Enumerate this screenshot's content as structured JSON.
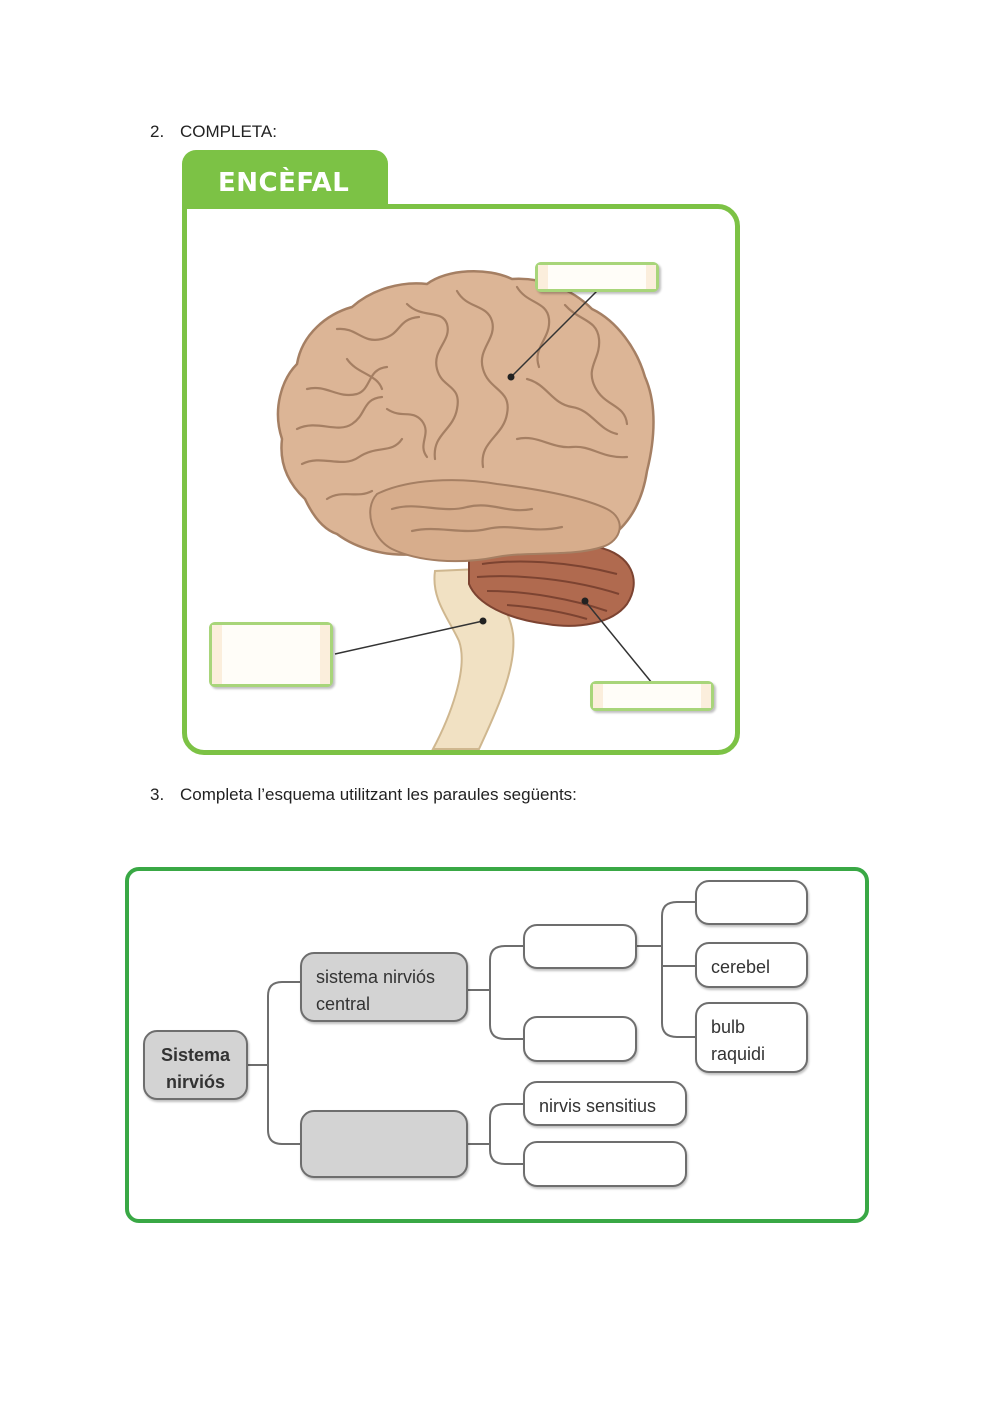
{
  "question2": {
    "number": "2.",
    "text": "COMPLETA:"
  },
  "brain_figure": {
    "tab_title": "ENCÈFAL"
  },
  "question3": {
    "number": "3.",
    "text": "Completa l’esquema utilitzant les paraules següents:"
  },
  "scheme": {
    "root": "Sistema\nnirviós",
    "central": "sistema nirviós\ncentral",
    "peripheral": "",
    "central_child_top": "",
    "central_child_bottom": "",
    "leaf_1": "",
    "leaf_2": "cerebel",
    "leaf_3": "bulb\nraquidi",
    "peripheral_child_1": "nirvis sensitius",
    "peripheral_child_2": ""
  },
  "colors": {
    "frame_green": "#7cc245",
    "scheme_green": "#39a845",
    "node_grey": "#d3d3d3"
  }
}
